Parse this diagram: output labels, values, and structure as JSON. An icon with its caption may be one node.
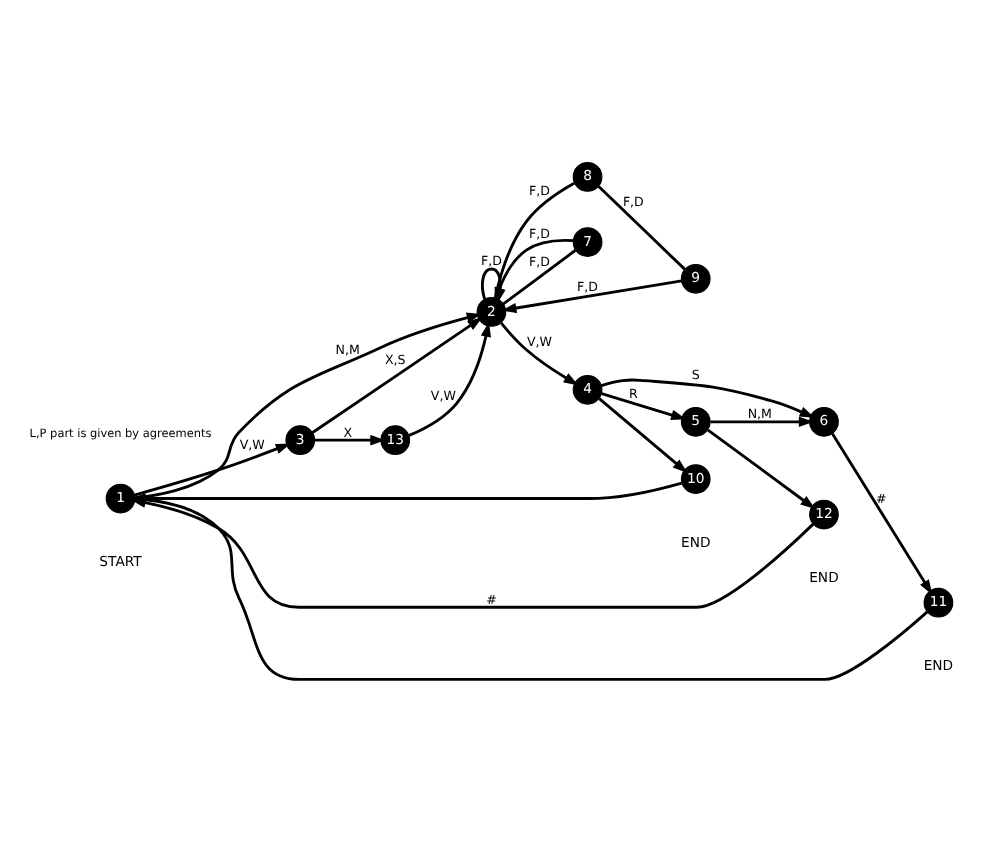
{
  "diagram": {
    "nodes": [
      {
        "text": [
          "1"
        ],
        "beside": [
          "START"
        ]
      },
      {
        "text": [
          "2"
        ]
      },
      {
        "text": [
          "3"
        ]
      },
      {
        "text": [
          "4"
        ]
      },
      {
        "text": [
          "5"
        ]
      },
      {
        "text": [
          "6"
        ]
      },
      {
        "text": [
          "7"
        ]
      },
      {
        "text": [
          "8"
        ]
      },
      {
        "text": [
          "9"
        ]
      },
      {
        "text": [
          "10"
        ],
        "beside": [
          "END"
        ]
      },
      {
        "text": [
          "11"
        ],
        "beside": [
          "END"
        ]
      },
      {
        "text": [
          "12"
        ],
        "beside": [
          "END"
        ]
      },
      {
        "text": [
          "13"
        ]
      }
    ],
    "edges": [
      {
        "from": 0,
        "to": 1,
        "arrow": "to",
        "label": "N,M"
      },
      {
        "from": 0,
        "to": 2,
        "arrow": "to",
        "label": "V,W"
      },
      {
        "from": 2,
        "to": 1,
        "arrow": "to",
        "label": "X,S"
      },
      {
        "from": 2,
        "to": 12,
        "arrow": "to",
        "label": "X"
      },
      {
        "from": 12,
        "to": 1,
        "arrow": "to",
        "label": "V,W"
      },
      {
        "from": 1,
        "to": 1,
        "arrow": "to",
        "label": "F,D"
      },
      {
        "from": 1,
        "to": 6,
        "arrow": "none",
        "label": "F,D"
      },
      {
        "from": 6,
        "to": 1,
        "arrow": "to",
        "label": "F,D"
      },
      {
        "from": 1,
        "to": 7,
        "arrow": "none",
        "label": "F,D"
      },
      {
        "from": 7,
        "to": 8,
        "arrow": "none",
        "label": "F,D"
      },
      {
        "from": 8,
        "to": 1,
        "arrow": "to",
        "label": "F,D"
      },
      {
        "from": 1,
        "to": 3,
        "arrow": "to",
        "label": "V,W"
      },
      {
        "from": 3,
        "to": 9,
        "arrow": "to"
      },
      {
        "from": 3,
        "to": 5,
        "arrow": "to",
        "label": "S"
      },
      {
        "from": 3,
        "to": 4,
        "arrow": "to",
        "label": "R"
      },
      {
        "from": 4,
        "to": 5,
        "arrow": "to",
        "label": "N,M"
      },
      {
        "from": 4,
        "to": 11,
        "arrow": "to"
      },
      {
        "from": 5,
        "to": 10,
        "arrow": "to",
        "label": "#"
      },
      {
        "from": 9,
        "to": 0,
        "arrow": "to"
      },
      {
        "from": 10,
        "to": 0,
        "arrow": "to"
      },
      {
        "from": 11,
        "to": 0,
        "arrow": "to",
        "label": "#"
      }
    ],
    "labels": [
      "L,P part is given by agreements"
    ]
  }
}
